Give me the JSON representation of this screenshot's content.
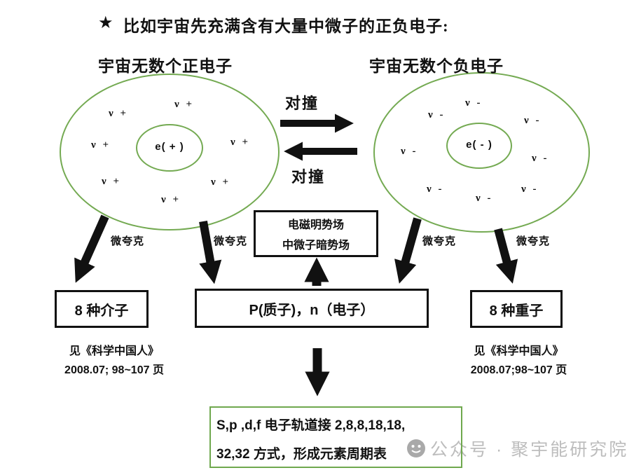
{
  "title": {
    "star": "★",
    "text": "比如宇宙先充满含有大量中微子的正负电子:"
  },
  "left_cloud": {
    "label": "宇宙无数个正电子",
    "core": "e( + )",
    "particle": "ν +"
  },
  "right_cloud": {
    "label": "宇宙无数个负电子",
    "core": "e( - )",
    "particle": "ν -"
  },
  "collision": {
    "top_label": "对撞",
    "bottom_label": "对撞"
  },
  "microquark": {
    "label": "微夸克"
  },
  "field_box": {
    "line1": "电磁明势场",
    "line2": "中微子暗势场"
  },
  "meson_box": {
    "label": "8 种介子"
  },
  "pn_box": {
    "label": "P(质子)，n（电子）"
  },
  "baryon_box": {
    "label": "8 种重子"
  },
  "left_reference": {
    "line1": "见《科学中国人》",
    "line2": "2008.07; 98~107 页"
  },
  "right_reference": {
    "line1": "见《科学中国人》",
    "line2": "2008.07;98~107 页"
  },
  "orbit_box": {
    "line1": "S,p ,d,f 电子轨道接 2,8,8,18,18,",
    "line2": "32,32 方式，形成元素周期表"
  },
  "watermark": {
    "text": "公众号 · 聚宇能研究院"
  },
  "colors": {
    "diagram_green": "#74aa52",
    "arrow_black": "#111111",
    "watermark_gray": "#bdbdbd"
  }
}
